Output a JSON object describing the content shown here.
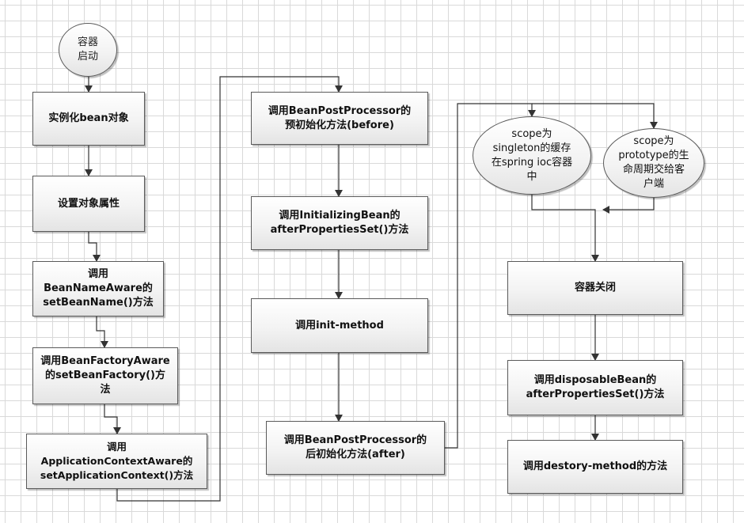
{
  "diagram": {
    "nodes": [
      {
        "id": "start",
        "lines": [
          "容器",
          "启动"
        ],
        "shape": "ellipse"
      },
      {
        "id": "n1",
        "lines": [
          "实例化bean对象"
        ],
        "shape": "rect"
      },
      {
        "id": "n2",
        "lines": [
          "设置对象属性"
        ],
        "shape": "rect"
      },
      {
        "id": "n3",
        "lines": [
          "调用",
          "BeanNameAware的",
          "setBeanName()方法"
        ],
        "shape": "rect"
      },
      {
        "id": "n4",
        "lines": [
          "调用BeanFactoryAware",
          "的setBeanFactory()方",
          "法"
        ],
        "shape": "rect"
      },
      {
        "id": "n5",
        "lines": [
          "调用",
          "ApplicationContextAware的",
          "setApplicationContext()方法"
        ],
        "shape": "rect"
      },
      {
        "id": "n6",
        "lines": [
          "调用BeanPostProcessor的",
          "预初始化方法(before)"
        ],
        "shape": "rect"
      },
      {
        "id": "n7",
        "lines": [
          "调用InitializingBean的",
          "afterPropertiesSet()方法"
        ],
        "shape": "rect"
      },
      {
        "id": "n8",
        "lines": [
          "调用init-method"
        ],
        "shape": "rect"
      },
      {
        "id": "n9",
        "lines": [
          "调用BeanPostProcessor的",
          "后初始化方法(after)"
        ],
        "shape": "rect"
      },
      {
        "id": "e1",
        "lines": [
          "scope为",
          "singleton的缓存",
          "在spring ioc容器",
          "中"
        ],
        "shape": "ellipse"
      },
      {
        "id": "e2",
        "lines": [
          "scope为",
          "prototype的生",
          "命周期交给客",
          "户端"
        ],
        "shape": "ellipse"
      },
      {
        "id": "n10",
        "lines": [
          "容器关闭"
        ],
        "shape": "rect"
      },
      {
        "id": "n11",
        "lines": [
          "调用disposableBean的",
          "afterPropertiesSet()方法"
        ],
        "shape": "rect"
      },
      {
        "id": "n12",
        "lines": [
          "调用destory-method的方法"
        ],
        "shape": "rect"
      }
    ],
    "colors": {
      "line": "#333333",
      "border": "#5a5a5a",
      "grid": "#d9d9d9"
    }
  }
}
